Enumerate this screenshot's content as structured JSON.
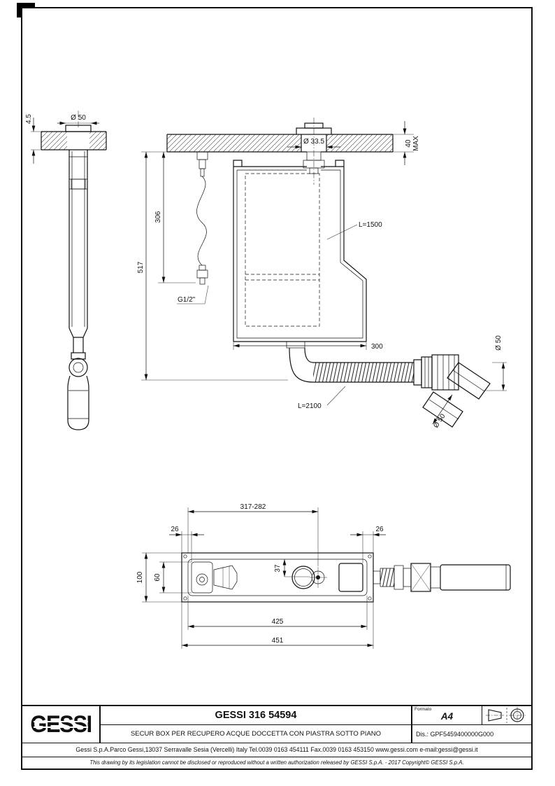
{
  "title_block": {
    "logo_text": "GESSI",
    "product_code": "GESSI 316 54594",
    "description": "SECUR BOX PER RECUPERO ACQUE DOCCETTA CON PIASTRA SOTTO PIANO",
    "formato_label": "Formato",
    "formato_value": "A4",
    "dis": "Dis.: GPF5459400000G000",
    "address": "Gessi S.p.A.Parco Gessi,13037 Serravalle Sesia (Vercelli) Italy Tel.0039 0163 454111 Fax.0039 0163 453150 www.gessi.com e-mail:gessi@gessi.it",
    "legal": "This drawing by its legislation cannot be disclosed or reproduced without a written authorization released by GESSI S.p.A. - 2017 Copyright© GESSI S.p.A."
  },
  "dims": {
    "counter_thickness": "4.5",
    "holder_dia": "Ø 50",
    "hole_dia": "Ø 33.5",
    "depth_40": "40",
    "depth_max": "MAX",
    "h_306": "306",
    "h_517": "517",
    "thread": "G1/2\"",
    "hose_inner": "L=1500",
    "box_w": "300",
    "hose_outer": "L=2100",
    "outlet_dia": "Ø 50",
    "outlet_dia2": "Ø 50",
    "slot_range": "317-282",
    "m26l": "26",
    "m26r": "26",
    "off_37": "37",
    "h_60": "60",
    "h_100": "100",
    "l_425": "425",
    "l_451": "451"
  },
  "colors": {
    "line": "#111111",
    "paper": "#ffffff"
  }
}
